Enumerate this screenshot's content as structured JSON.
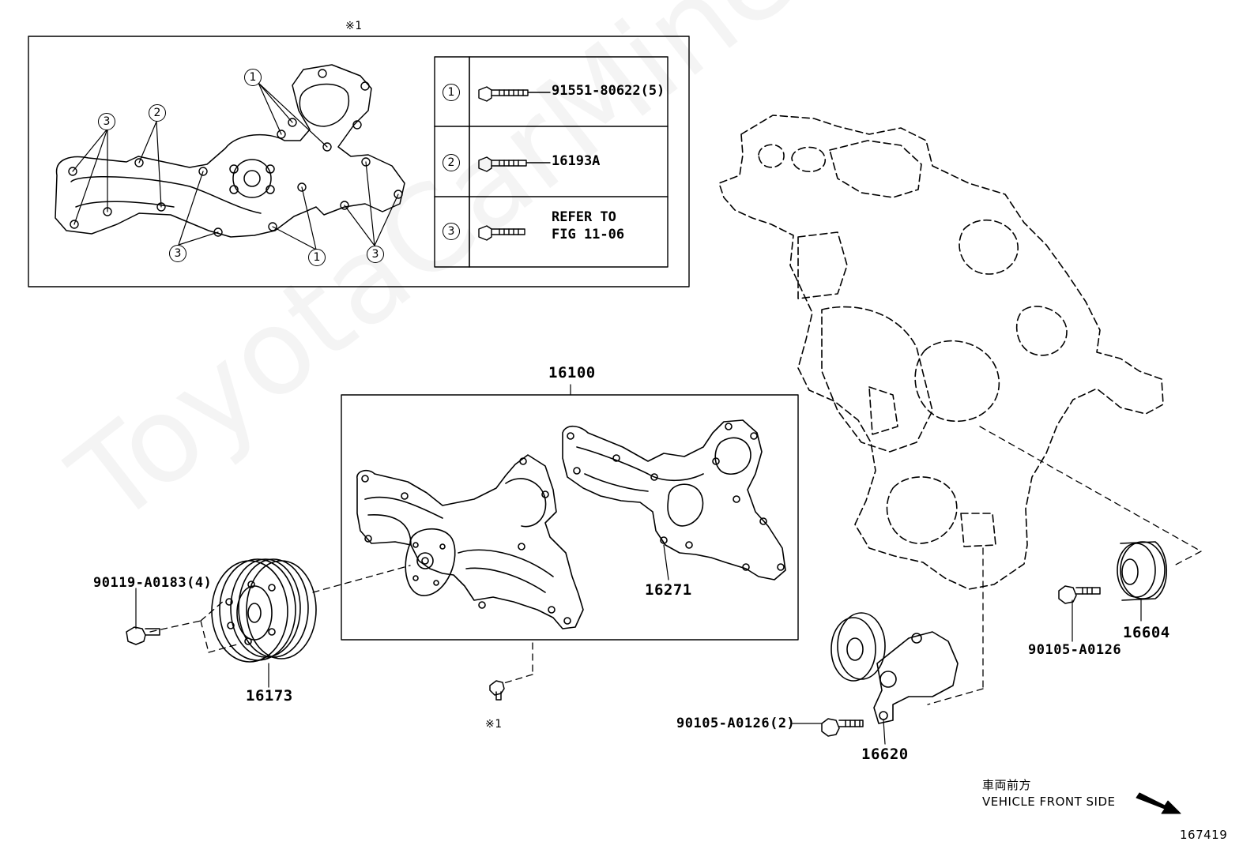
{
  "inset": {
    "title_mark": "※1",
    "callouts": [
      "1",
      "2",
      "3"
    ],
    "legend": [
      {
        "num": "1",
        "part": "91551-80622(5)"
      },
      {
        "num": "2",
        "part": "16193A"
      },
      {
        "num": "3",
        "part_line1": "REFER TO",
        "part_line2": "FIG 11-06"
      }
    ]
  },
  "parts": {
    "water_pump_assy": "16100",
    "gasket": "16271",
    "pulley": "16173",
    "pulley_bolt": "90119-A0183(4)",
    "bolt_ref_mark": "※1",
    "idler": "16604",
    "idler_bolt": "90105-A0126",
    "tensioner": "16620",
    "tensioner_bolt": "90105-A0126(2)"
  },
  "orientation": {
    "japanese": "車両前方",
    "english": "VEHICLE FRONT SIDE"
  },
  "figure_number": "167419",
  "watermark": "ToyotaCarMine.ru"
}
